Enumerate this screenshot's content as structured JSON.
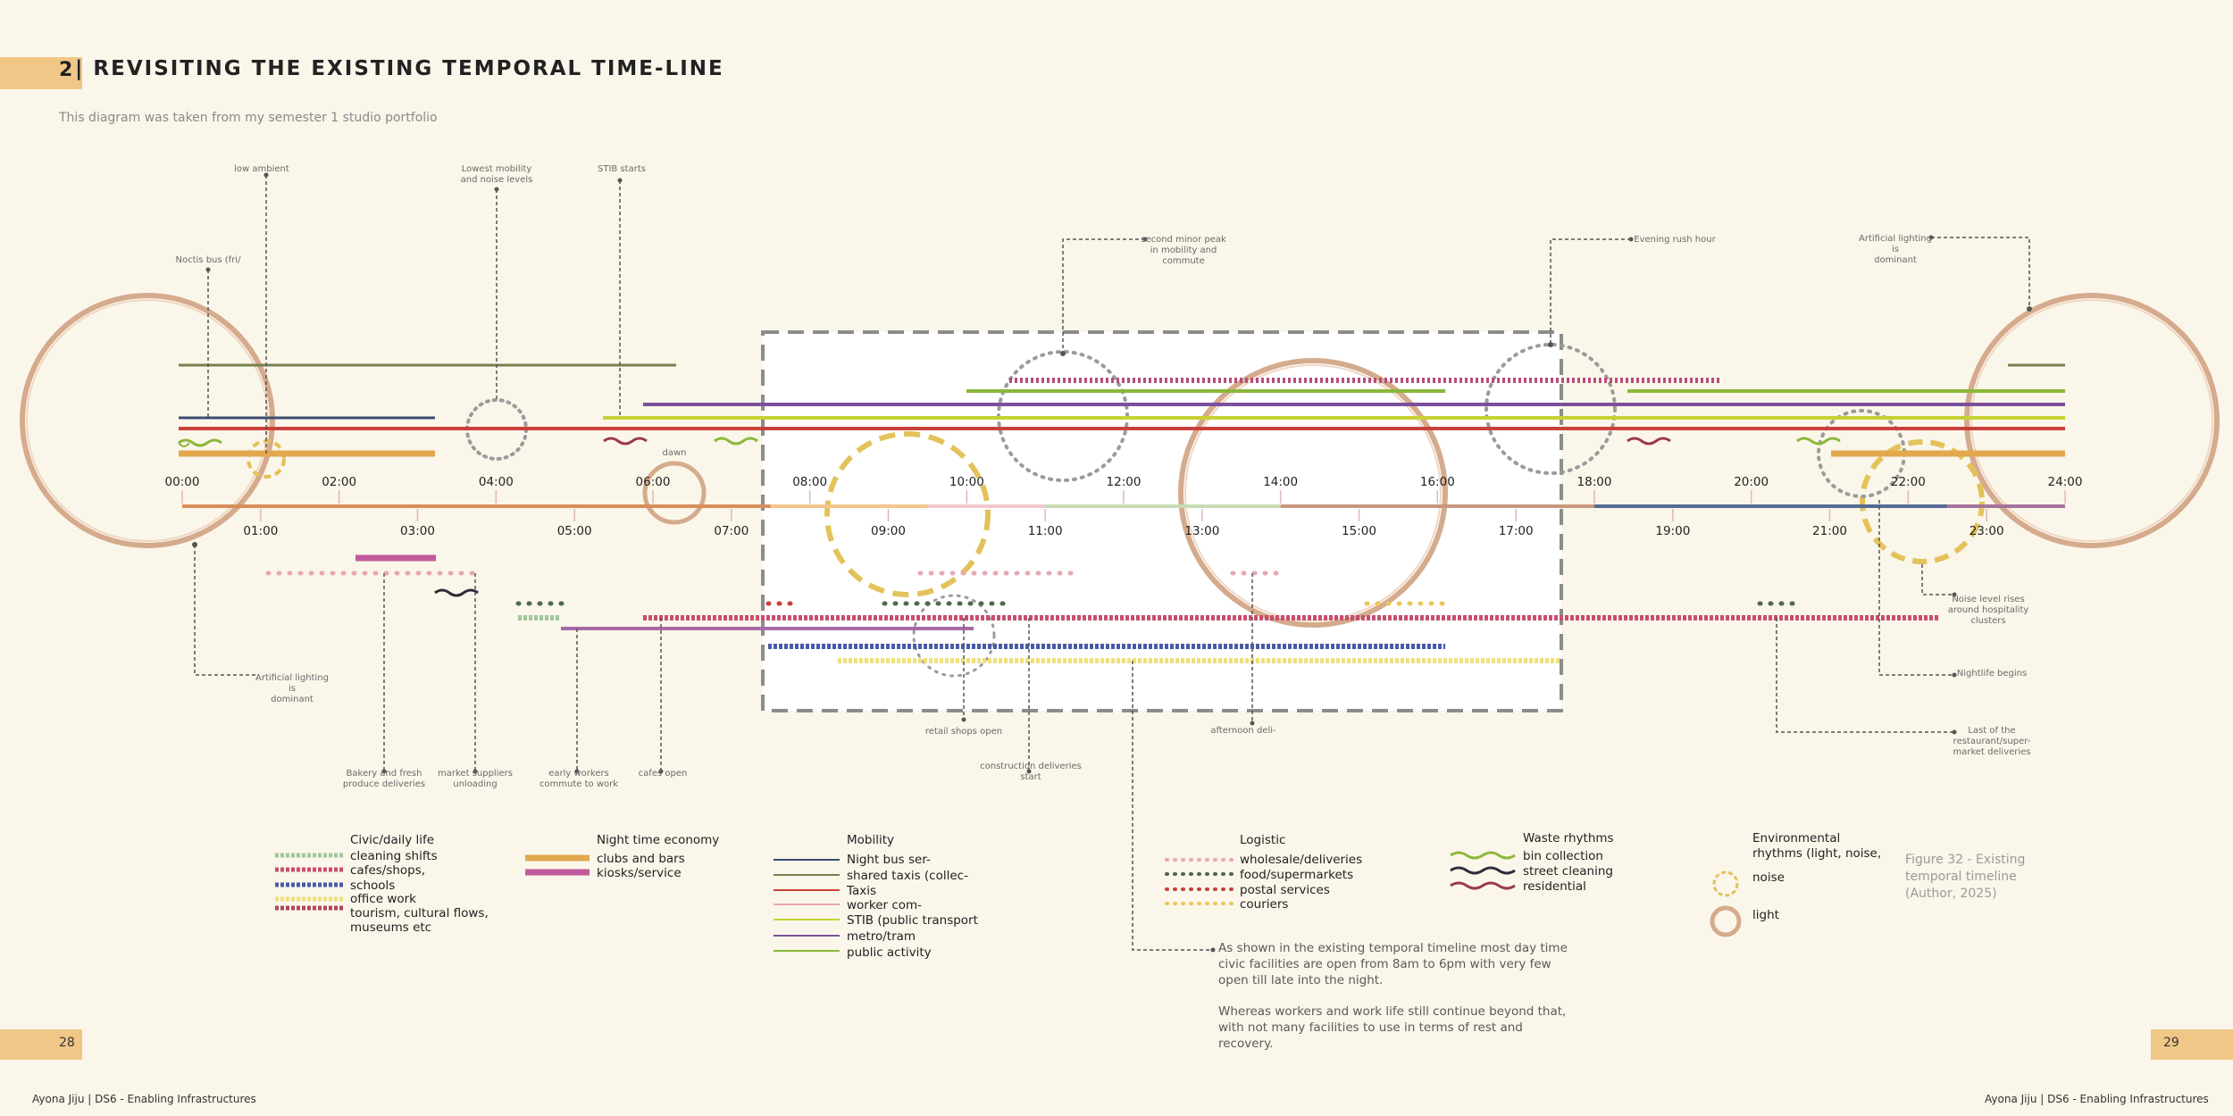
{
  "header": {
    "chapter": "2",
    "title": "| REVISITING THE EXISTING TEMPORAL TIME-LINE",
    "subtitle": "This diagram was taken from my semester 1 studio portfolio"
  },
  "hours_top": [
    "00:00",
    "02:00",
    "04:00",
    "06:00",
    "08:00",
    "10:00",
    "12:00",
    "14:00",
    "16:00",
    "18:00",
    "20:00",
    "22:00",
    "24:00"
  ],
  "hours_bottom": [
    "01:00",
    "03:00",
    "05:00",
    "07:00",
    "09:00",
    "11:00",
    "13:00",
    "15:00",
    "17:00",
    "19:00",
    "21:00",
    "23:00"
  ],
  "annotations": {
    "low_ambient": "low ambient",
    "lowest_mobility_1": "Lowest mobility",
    "lowest_mobility_2": "and noise levels",
    "stib_starts": "STIB starts",
    "noctis_bus": "Noctis bus (fri/",
    "second_peak_1": "second minor peak",
    "second_peak_2": "in mobility and",
    "second_peak_3": "commute",
    "evening_rush": "Evening rush hour",
    "artificial_top_1": "Artificial lighting",
    "artificial_top_2": "is",
    "artificial_top_3": "dominant",
    "dawn": "dawn",
    "artificial_bottom_1": "Artificial lighting",
    "artificial_bottom_2": "is",
    "artificial_bottom_3": "dominant",
    "bakery_1": "Bakery and fresh",
    "bakery_2": "produce deliveries",
    "market_1": "market suppliers",
    "market_2": "unloading",
    "early_workers_1": "early workers",
    "early_workers_2": "commute to work",
    "cafes_open": "cafes open",
    "retail_open": "retail shops open",
    "construction_1": "construction deliveries",
    "construction_2": "start",
    "afternoon": "afternoon deli-",
    "noise_rises_1": "Noise level rises",
    "noise_rises_2": "around hospitality",
    "noise_rises_3": "clusters",
    "nightlife": "Nightlife begins",
    "last_1": "Last of the",
    "last_2": "restaurant/super-",
    "last_3": "market deliveries"
  },
  "legend": {
    "civic": {
      "title": "Civic/daily life",
      "items": [
        "cleaning shifts",
        "cafes/shops,",
        "schools",
        "office work",
        "tourism, cultural flows,",
        "museums etc"
      ]
    },
    "night": {
      "title": "Night time economy",
      "items": [
        "clubs and bars",
        "kiosks/service"
      ]
    },
    "mobility": {
      "title": "Mobility",
      "items": [
        "Night bus ser-",
        "shared taxis (collec-",
        "Taxis",
        "worker com-",
        "STIB (public transport",
        "metro/tram",
        "public activity"
      ]
    },
    "logistic": {
      "title": "Logistic",
      "items": [
        "wholesale/deliveries",
        "food/supermarkets",
        "postal services",
        "couriers"
      ]
    },
    "waste": {
      "title": "Waste rhythms",
      "items": [
        "bin collection",
        "street cleaning",
        "residential"
      ]
    },
    "env": {
      "title_1": "Environmental",
      "title_2": "rhythms (light, noise,",
      "noise": "noise",
      "light": "light"
    }
  },
  "figure_caption": "Figure 32 - Existing temporal timeline (Author, 2025)",
  "paragraph_1": "As shown in the existing temporal timeline most day time civic facilities are open from 8am to 6pm with very few open till late into the night.",
  "paragraph_2": "Whereas workers and work life still continue beyond that, with not many facilities to use in terms of rest and recovery.",
  "page_left": "28",
  "page_right": "29",
  "footer_left": "Ayona Jiju | DS6 - Enabling Infrastructures",
  "footer_right": "Ayona Jiju | DS6 - Enabling Infrastructures",
  "colors": {
    "orange": "#e3a84e",
    "red": "#c9413a",
    "purple": "#7b4f9c",
    "navy": "#3b4d72",
    "olive": "#76804f",
    "lime": "#c7d233",
    "green": "#8bb73a",
    "yellow": "#e8c85b",
    "pink": "#e7a8b4",
    "brown": "#c99c78",
    "gray": "#9b9b9b"
  }
}
